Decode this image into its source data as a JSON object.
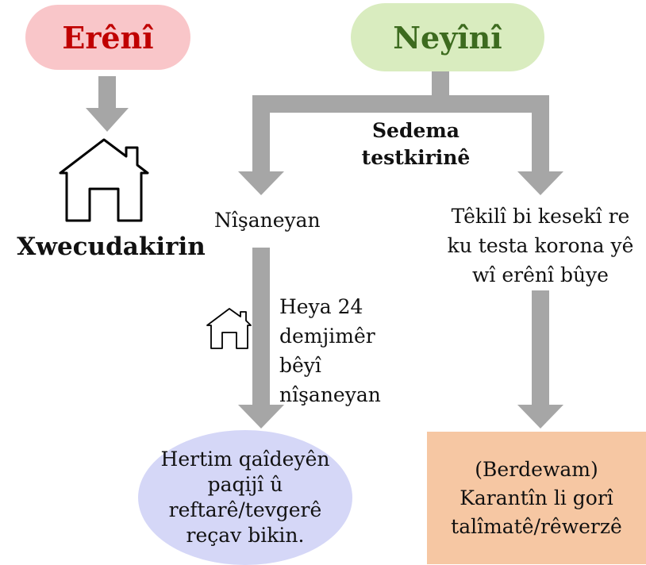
{
  "left_branch": {
    "title": "Erênî",
    "title_color": "#c00000",
    "fill_color": "#f9c6c9",
    "home_label": "Xwecudakirin",
    "icon": "house-icon"
  },
  "right_branch": {
    "title": "Neyînî",
    "title_color": "#3d6b1f",
    "fill_color": "#d9ecbf",
    "split_label": "Sedema testkirinê",
    "left_path": {
      "label": "Nîşaneyan",
      "note_icon": "house-icon",
      "note": "Heya 24 demjimêr bêyî nîşaneyan",
      "outcome": "Hertim qaîdeyên paqijî û reftarê/tevgerê reçav bikin.",
      "outcome_fill": "#d5d7f7"
    },
    "right_path": {
      "label": "Têkilî bi kesekî re ku testa korona yê wî erênî bûye",
      "outcome": "(Berdewam) Karantîn li gorî talîmatê/rêwerzê",
      "outcome_fill": "#f6c7a3"
    }
  },
  "arrow_color": "#a6a6a6"
}
